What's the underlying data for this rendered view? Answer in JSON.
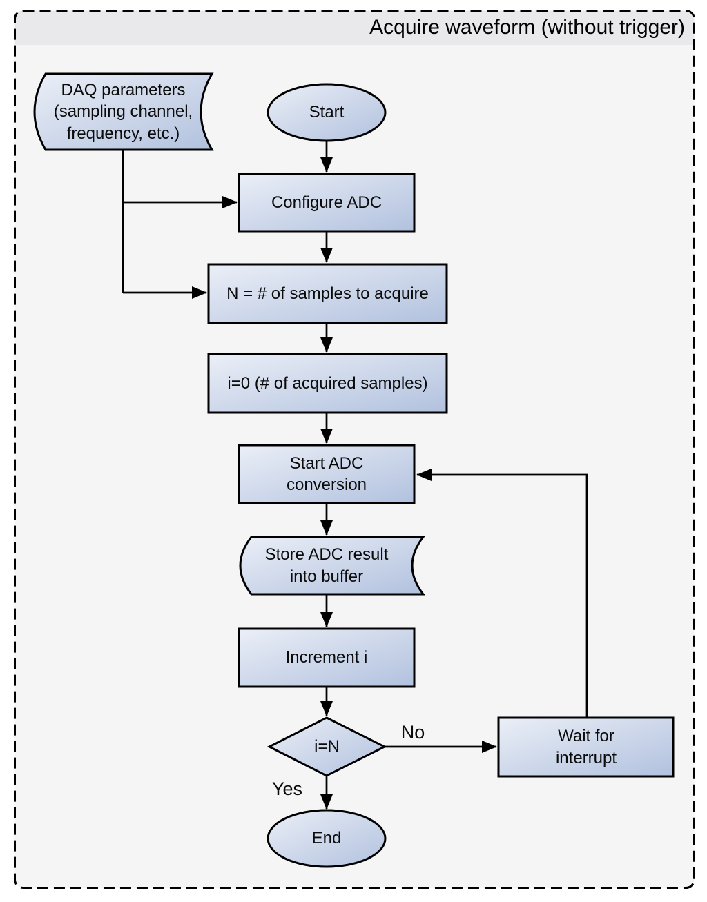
{
  "title": "Acquire waveform (without trigger)",
  "diagram": {
    "type": "flowchart",
    "colors": {
      "node_fill_light": "#ebeff7",
      "node_fill_dark": "#b1c1de",
      "node_border": "#000000",
      "edge_line": "#000000",
      "frame_background": "#f5f5f6",
      "title_strip_background": "#e9e9eb",
      "frame_border": "#000000"
    },
    "nodes": [
      {
        "id": "daq_params",
        "shape": "stored-data",
        "label": "DAQ parameters (sampling channel, frequency, etc.)"
      },
      {
        "id": "start",
        "shape": "terminator",
        "label": "Start"
      },
      {
        "id": "configure_adc",
        "shape": "process",
        "label": "Configure ADC"
      },
      {
        "id": "set_n",
        "shape": "process",
        "label": "N = # of samples to acquire"
      },
      {
        "id": "init_i",
        "shape": "process",
        "label": "i=0 (# of acquired samples)"
      },
      {
        "id": "start_adc_conversion",
        "shape": "process",
        "label": "Start ADC conversion"
      },
      {
        "id": "store_result",
        "shape": "stored-data",
        "label": "Store ADC result into buffer"
      },
      {
        "id": "increment_i",
        "shape": "process",
        "label": "Increment i"
      },
      {
        "id": "check_i_equals_n",
        "shape": "decision",
        "label": "i=N"
      },
      {
        "id": "wait_for_interrupt",
        "shape": "process",
        "label": "Wait for interrupt"
      },
      {
        "id": "end",
        "shape": "terminator",
        "label": "End"
      }
    ],
    "edges": [
      {
        "from": "start",
        "to": "configure_adc",
        "label": ""
      },
      {
        "from": "configure_adc",
        "to": "set_n",
        "label": ""
      },
      {
        "from": "set_n",
        "to": "init_i",
        "label": ""
      },
      {
        "from": "init_i",
        "to": "start_adc_conversion",
        "label": ""
      },
      {
        "from": "start_adc_conversion",
        "to": "store_result",
        "label": ""
      },
      {
        "from": "store_result",
        "to": "increment_i",
        "label": ""
      },
      {
        "from": "increment_i",
        "to": "check_i_equals_n",
        "label": ""
      },
      {
        "from": "check_i_equals_n",
        "to": "end",
        "label": "Yes"
      },
      {
        "from": "check_i_equals_n",
        "to": "wait_for_interrupt",
        "label": "No"
      },
      {
        "from": "wait_for_interrupt",
        "to": "start_adc_conversion",
        "label": ""
      },
      {
        "from": "daq_params",
        "to": "configure_adc",
        "label": ""
      },
      {
        "from": "daq_params",
        "to": "set_n",
        "label": ""
      }
    ]
  }
}
